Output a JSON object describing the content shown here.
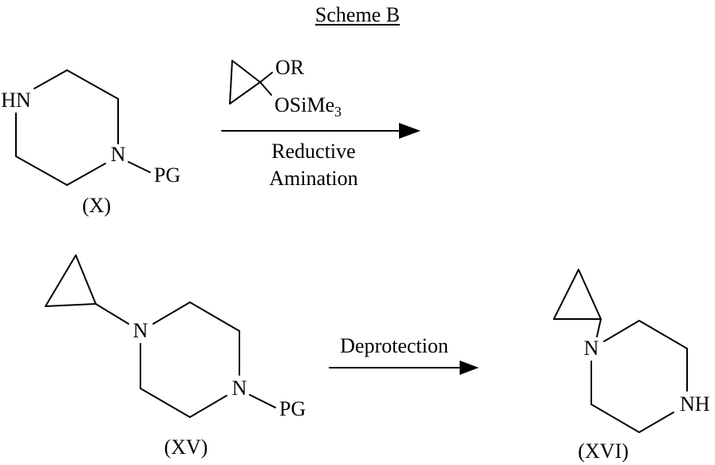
{
  "title": "Scheme B",
  "rxn1": {
    "or": "OR",
    "osime": "OSiMe",
    "osime_sub": "3",
    "line1": "Reductive",
    "line2": "Amination"
  },
  "rxn2": {
    "condition": "Deprotection"
  },
  "sx": {
    "hn": "HN",
    "n": "N",
    "pg": "PG",
    "caption": "(X)"
  },
  "sxv": {
    "n1": "N",
    "n2": "N",
    "pg": "PG",
    "caption": "(XV)"
  },
  "sxvi": {
    "n": "N",
    "nh": "NH",
    "caption": "(XVI)"
  }
}
